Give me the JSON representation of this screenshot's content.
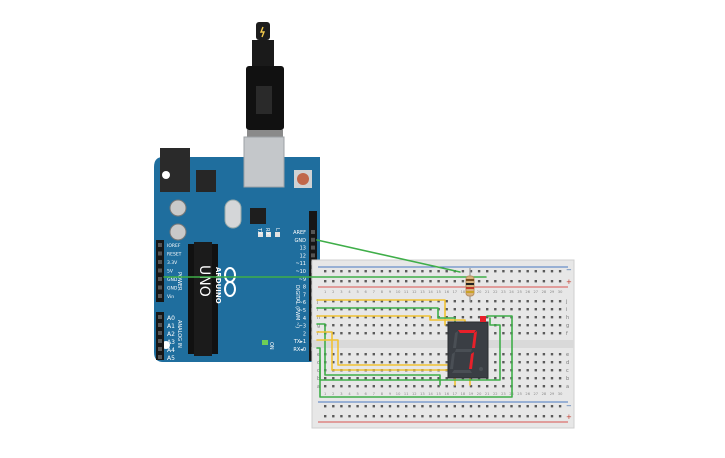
{
  "board": {
    "brand": "ARDUINO",
    "model": "UNO",
    "on_label": "ON",
    "tx_label": "TX",
    "rx_label": "RX",
    "l_label": "L",
    "power_label": "POWER",
    "analog_label": "ANALOG IN",
    "digital_label": "DIGITAL (PWM ~)",
    "power_pins": [
      "IOREF",
      "RESET",
      "3.3V",
      "5V",
      "GND",
      "GND",
      "Vin"
    ],
    "analog_pins": [
      "A0",
      "A1",
      "A2",
      "A3",
      "A4",
      "A5"
    ],
    "digital_pins": [
      "AREF",
      "GND",
      "13",
      "12",
      "~11",
      "~10",
      "~9",
      "8",
      "7",
      "~6",
      "~5",
      "4",
      "~3",
      "2",
      "TX▸1",
      "RX◂0"
    ]
  },
  "breadboard": {
    "row_letters_top": [
      "j",
      "i",
      "h",
      "g",
      "f"
    ],
    "row_letters_bottom": [
      "e",
      "d",
      "c",
      "b",
      "a"
    ],
    "column_numbers": [
      "1",
      "2",
      "3",
      "4",
      "5",
      "6",
      "7",
      "8",
      "9",
      "10",
      "11",
      "12",
      "13",
      "14",
      "15",
      "16",
      "17",
      "18",
      "19",
      "20",
      "21",
      "22",
      "23",
      "24",
      "25",
      "26",
      "27",
      "28",
      "29",
      "30"
    ],
    "rail_plus": "+",
    "rail_minus": "−"
  },
  "display": {
    "digit": "7"
  },
  "colors": {
    "board": "#1f6e9e",
    "wire_green": "#3fae49",
    "wire_yellow": "#f1c232",
    "segment_on": "#e8202a",
    "segment_off": "#4a4f55"
  }
}
